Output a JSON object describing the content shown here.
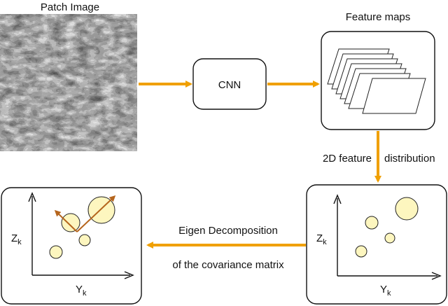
{
  "patch": {
    "label": "Patch Image"
  },
  "cnn": {
    "label": "CNN"
  },
  "feature_maps": {
    "label": "Feature maps"
  },
  "dist_edge": {
    "label_left": "2D feature",
    "label_right": "distribution"
  },
  "eigen_edge": {
    "label_top": "Eigen Decomposition",
    "label_bottom": "of the covariance matrix"
  },
  "right_plot": {
    "y_axis": "Z",
    "y_sub": "k",
    "x_axis": "Y",
    "x_sub": "k"
  },
  "left_plot": {
    "y_axis": "Z",
    "y_sub": "k",
    "x_axis": "Y",
    "x_sub": "k"
  },
  "colors": {
    "arrow": "#f0a000",
    "circle_fill": "#fdf6bf",
    "eigen_arrow": "#b5651d"
  }
}
